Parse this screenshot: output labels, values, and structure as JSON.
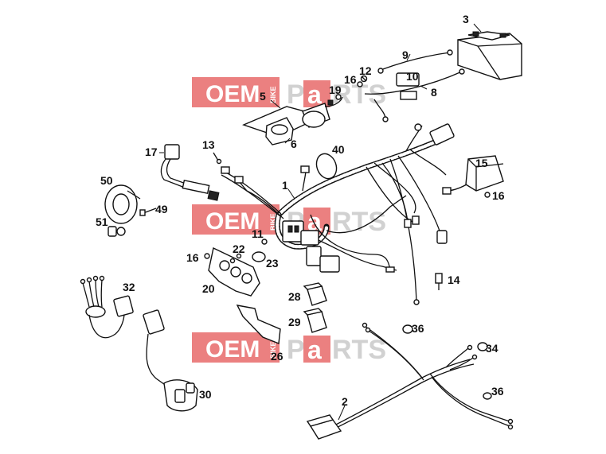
{
  "watermark": {
    "brand_left": "OEM",
    "brand_mid": "BIKE",
    "brand_right_1": "P",
    "brand_right_2": "a",
    "brand_right_3": "RTS",
    "colors": {
      "block": "#e86a6a",
      "text_gray": "#c9c9c9"
    }
  },
  "callouts": {
    "c1": "1",
    "c2": "2",
    "c3": "3",
    "c5": "5",
    "c6": "6",
    "c8": "8",
    "c9": "9",
    "c10": "10",
    "c11": "11",
    "c12": "12",
    "c13": "13",
    "c14": "14",
    "c15": "15",
    "c16a": "16",
    "c16b": "16",
    "c16c": "16",
    "c17": "17",
    "c19": "19",
    "c20": "20",
    "c22": "22",
    "c23": "23",
    "c26": "26",
    "c28": "28",
    "c29": "29",
    "c30": "30",
    "c32": "32",
    "c34": "34",
    "c36a": "36",
    "c36b": "36",
    "c40": "40",
    "c49": "49",
    "c50": "50",
    "c51": "51"
  }
}
